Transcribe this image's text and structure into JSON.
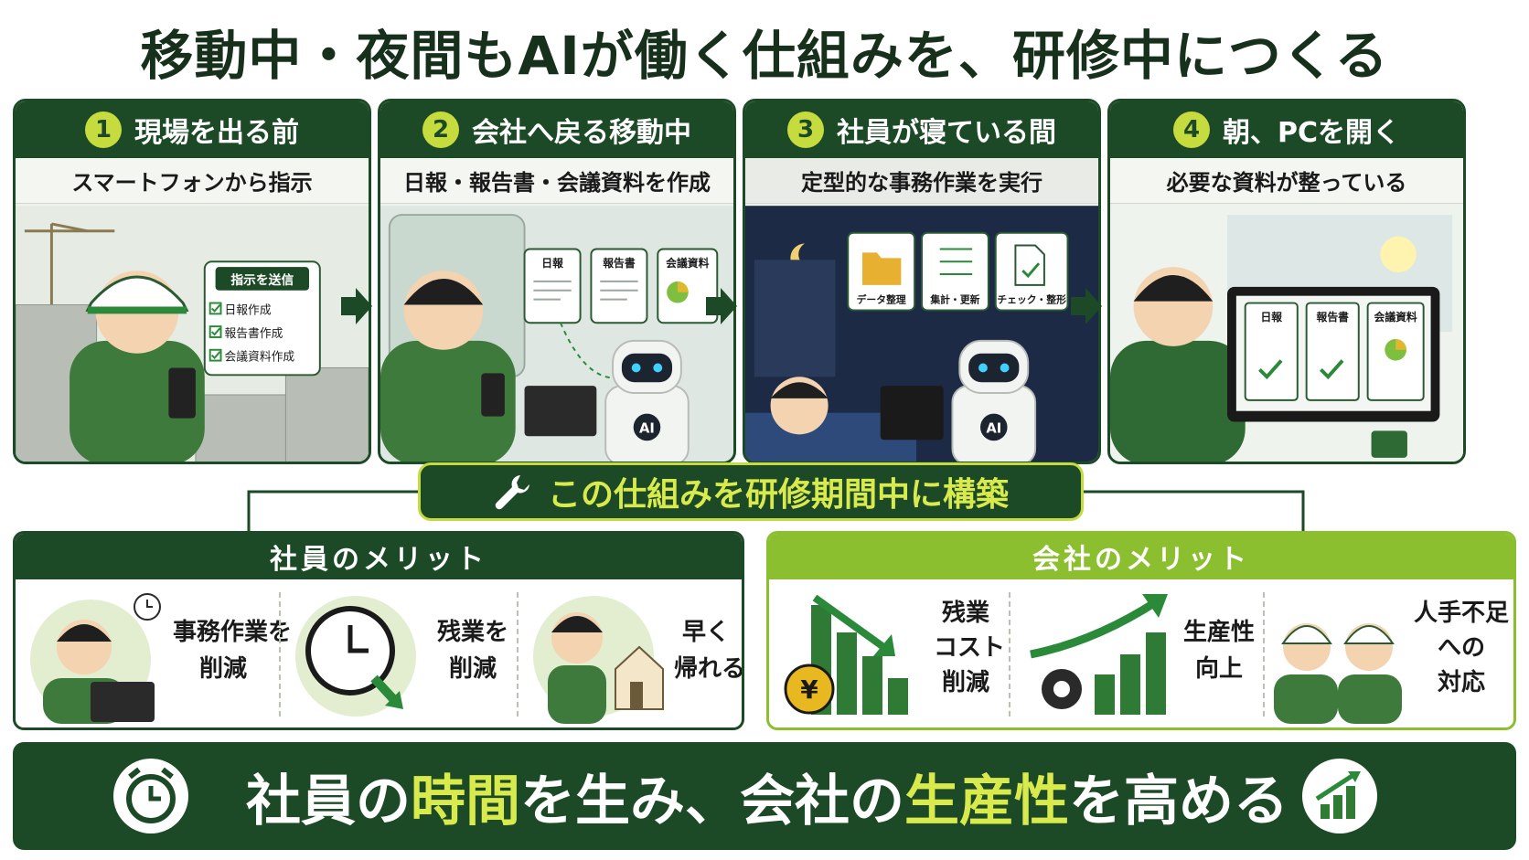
{
  "title": "移動中・夜間もAIが働く仕組みを、研修中につくる",
  "steps": [
    {
      "num": "1",
      "title": "現場を出る前",
      "subtitle": "スマートフォンから指示",
      "bubble": {
        "title": "指示を送信",
        "items": [
          "日報作成",
          "報告書作成",
          "会議資料作成"
        ]
      }
    },
    {
      "num": "2",
      "title": "会社へ戻る移動中",
      "subtitle": "日報・報告書・会議資料を作成",
      "docs": [
        "日報",
        "報告書",
        "会議資料"
      ],
      "robot_label": "AI"
    },
    {
      "num": "3",
      "title": "社員が寝ている間",
      "subtitle": "定型的な事務作業を実行",
      "tasks": [
        "データ整理",
        "集計・更新",
        "チェック・整形"
      ],
      "robot_label": "AI"
    },
    {
      "num": "4",
      "title": "朝、PCを開く",
      "subtitle": "必要な資料が整っている",
      "docs": [
        "日報",
        "報告書",
        "会議資料"
      ]
    }
  ],
  "center_banner": "この仕組みを研修期間中に構築",
  "employee_merit": {
    "title": "社員のメリット",
    "items": [
      {
        "line1": "事務作業を",
        "line2": "削減",
        "icon": "laptop-worker-icon"
      },
      {
        "line1": "残業を",
        "line2": "削減",
        "icon": "clock-icon"
      },
      {
        "line1": "早く",
        "line2": "帰れる",
        "icon": "going-home-icon"
      }
    ]
  },
  "company_merit": {
    "title": "会社のメリット",
    "items": [
      {
        "lines": [
          "残業",
          "コスト",
          "削減"
        ],
        "icon": "cost-down-chart-icon",
        "yen": "¥"
      },
      {
        "lines": [
          "生産性",
          "向上"
        ],
        "icon": "growth-chart-icon"
      },
      {
        "lines": [
          "人手不足",
          "への",
          "対応"
        ],
        "icon": "workers-icon"
      }
    ]
  },
  "bottom": {
    "p1": "社員の",
    "p2": "時間",
    "p3": "を生み、会社の",
    "p4": "生産性",
    "p5": "を高める"
  },
  "colors": {
    "dark_green": "#1d4a26",
    "lime": "#c6dc3e",
    "highlight": "#d8ea4c"
  }
}
